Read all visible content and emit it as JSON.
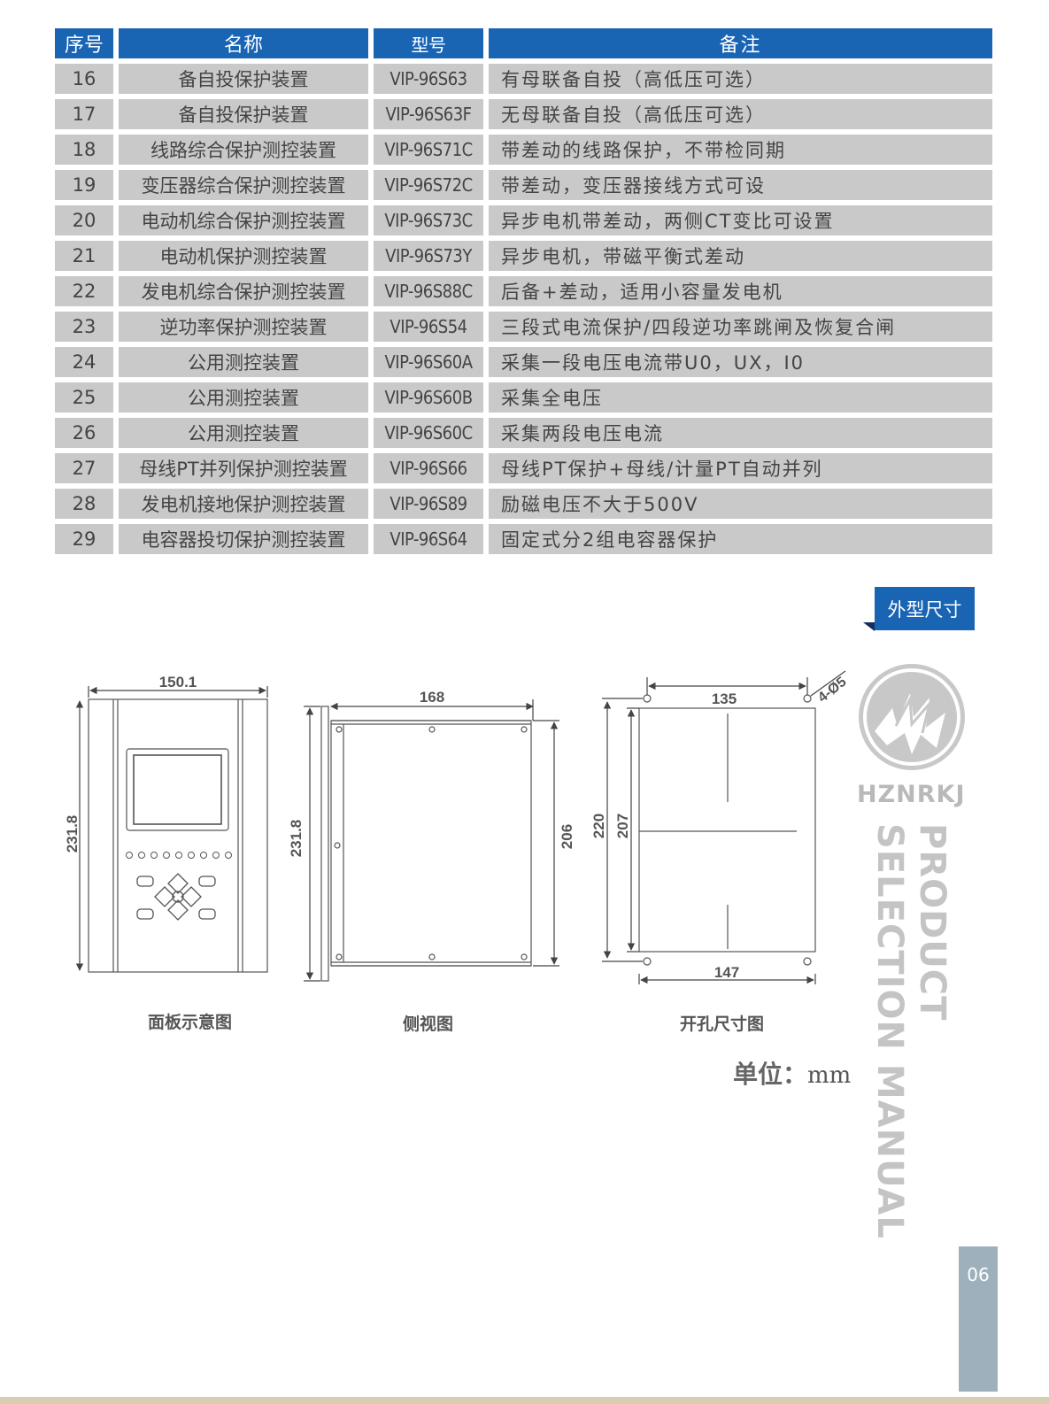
{
  "table": {
    "headers": [
      "序号",
      "名称",
      "型号",
      "备注"
    ],
    "rows": [
      {
        "no": "16",
        "name": "备自投保护装置",
        "model": "VIP-96S63",
        "note": "有母联备自投（高低压可选）"
      },
      {
        "no": "17",
        "name": "备自投保护装置",
        "model": "VIP-96S63F",
        "note": "无母联备自投（高低压可选）"
      },
      {
        "no": "18",
        "name": "线路综合保护测控装置",
        "model": "VIP-96S71C",
        "note": "带差动的线路保护，不带检同期"
      },
      {
        "no": "19",
        "name": "变压器综合保护测控装置",
        "model": "VIP-96S72C",
        "note": "带差动，变压器接线方式可设"
      },
      {
        "no": "20",
        "name": "电动机综合保护测控装置",
        "model": "VIP-96S73C",
        "note": "异步电机带差动，两侧CT变比可设置"
      },
      {
        "no": "21",
        "name": "电动机保护测控装置",
        "model": "VIP-96S73Y",
        "note": "异步电机，带磁平衡式差动"
      },
      {
        "no": "22",
        "name": "发电机综合保护测控装置",
        "model": "VIP-96S88C",
        "note": "后备+差动，适用小容量发电机"
      },
      {
        "no": "23",
        "name": "逆功率保护测控装置",
        "model": "VIP-96S54",
        "note": "三段式电流保护/四段逆功率跳闸及恢复合闸"
      },
      {
        "no": "24",
        "name": "公用测控装置",
        "model": "VIP-96S60A",
        "note": "采集一段电压电流带U0，UX，I0"
      },
      {
        "no": "25",
        "name": "公用测控装置",
        "model": "VIP-96S60B",
        "note": "采集全电压"
      },
      {
        "no": "26",
        "name": "公用测控装置",
        "model": "VIP-96S60C",
        "note": "采集两段电压电流"
      },
      {
        "no": "27",
        "name": "母线PT并列保护测控装置",
        "model": "VIP-96S66",
        "note": "母线PT保护+母线/计量PT自动并列"
      },
      {
        "no": "28",
        "name": "发电机接地保护测控装置",
        "model": "VIP-96S89",
        "note": "励磁电压不大于500V"
      },
      {
        "no": "29",
        "name": "电容器投切保护测控装置",
        "model": "VIP-96S64",
        "note": "固定式分2组电容器保护"
      }
    ]
  },
  "section_tag": "外型尺寸",
  "drawings": {
    "panel": {
      "width": "150.1",
      "height": "231.8",
      "caption": "面板示意图"
    },
    "side": {
      "depth": "168",
      "height": "231.8",
      "inner_height": "206",
      "caption": "侧视图"
    },
    "cutout": {
      "top_width": "135",
      "bottom_width": "147",
      "outer_height": "220",
      "inner_height": "207",
      "hole": "4-Ø5",
      "caption": "开孔尺寸图"
    }
  },
  "unit": {
    "label": "单位：",
    "value": "mm"
  },
  "brand": {
    "name": "HZNRKJ",
    "line1": "PRODUCT",
    "line2": "SELECTION MANUAL"
  },
  "page_number": "06",
  "colors": {
    "header_blue": "#1a64b4",
    "cell_gray": "#c9c9ca",
    "page_box": "#9fb0bd"
  }
}
